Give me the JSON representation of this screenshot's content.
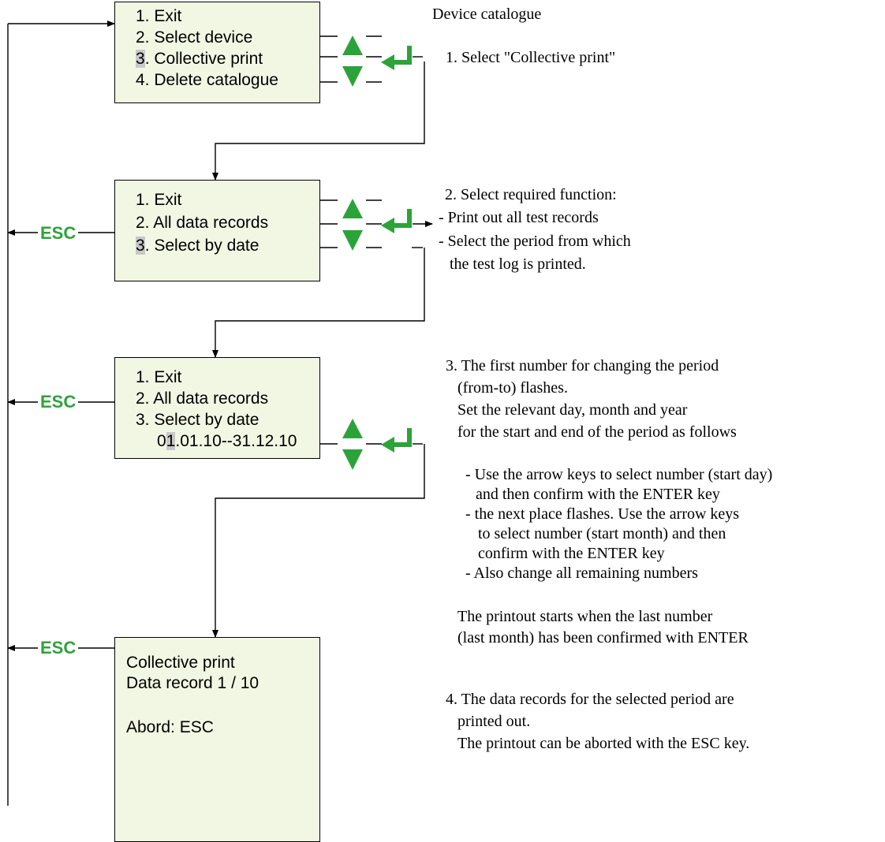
{
  "colors": {
    "accent_green": "#2ca339",
    "screen_bg": "#f2f7e4",
    "highlight": "#c8c8c8"
  },
  "icons": [
    "arrow-up-icon",
    "arrow-down-icon",
    "enter-key-icon"
  ],
  "screen1": {
    "items": [
      "1.  Exit",
      "2.  Select device",
      "3",
      ".  Collective print",
      "4.  Delete catalogue"
    ]
  },
  "screen2": {
    "items": [
      "1.  Exit",
      "2.  All data records",
      "3",
      ".  Select by date"
    ]
  },
  "screen3": {
    "items": [
      "1.  Exit",
      "2.  All data records",
      "3.  Select by date"
    ],
    "date_prefix": "0",
    "date_highlight": "1",
    "date_rest": ".01.10--31.12.10"
  },
  "screen4": {
    "lines": [
      "Collective print",
      "Data record 1 / 10",
      "Abord: ESC"
    ]
  },
  "esc_label": "ESC",
  "steps": {
    "title": "Device catalogue",
    "step1": [
      "1. Select \"Collective print\""
    ],
    "step2": [
      "2. Select required function:",
      "- Print out all test records",
      "- Select the period from which",
      "the test log is printed."
    ],
    "step3": [
      "3. The first number for changing the period",
      "(from-to) flashes.",
      "Set the relevant day, month and year",
      "for the start and end of the period as follows",
      "- Use the arrow keys to select number (start day)",
      "and then confirm with the ENTER key",
      "- the next place flashes. Use the arrow keys",
      "to select number (start month) and then",
      "confirm with the ENTER key",
      "- Also change all remaining numbers",
      "The printout starts when the last number",
      "(last month) has been confirmed with ENTER"
    ],
    "step4": [
      "4. The data records for the selected period are",
      "printed out.",
      "The printout can be aborted with the ESC key."
    ]
  }
}
